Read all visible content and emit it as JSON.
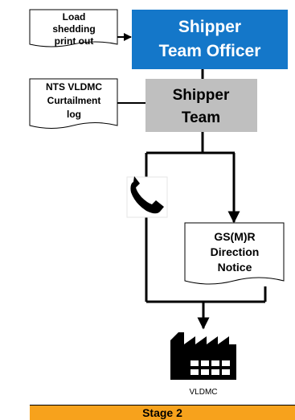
{
  "boxes": {
    "shipper_team_officer": {
      "line1": "Shipper",
      "line2": "Team Officer",
      "fill": "#1477c9",
      "text_color": "#ffffff"
    },
    "shipper_team": {
      "line1": "Shipper",
      "line2": "Team",
      "fill": "#bfbfbf",
      "text_color": "#000000"
    }
  },
  "documents": {
    "load_shedding": {
      "line1": "Load",
      "line2": "shedding",
      "line3": "print out"
    },
    "curtailment_log": {
      "line1": "NTS VLDMC",
      "line2": "Curtailment",
      "line3": "log"
    },
    "direction_notice": {
      "line1": "GS(M)R",
      "line2": "Direction",
      "line3": "Notice"
    }
  },
  "icons": {
    "phone": "phone-icon",
    "factory": "factory-icon"
  },
  "factory_label": "VLDMC",
  "stage_label": "Stage 2",
  "colors": {
    "stage_bar": "#f7a21c",
    "line": "#000000"
  }
}
